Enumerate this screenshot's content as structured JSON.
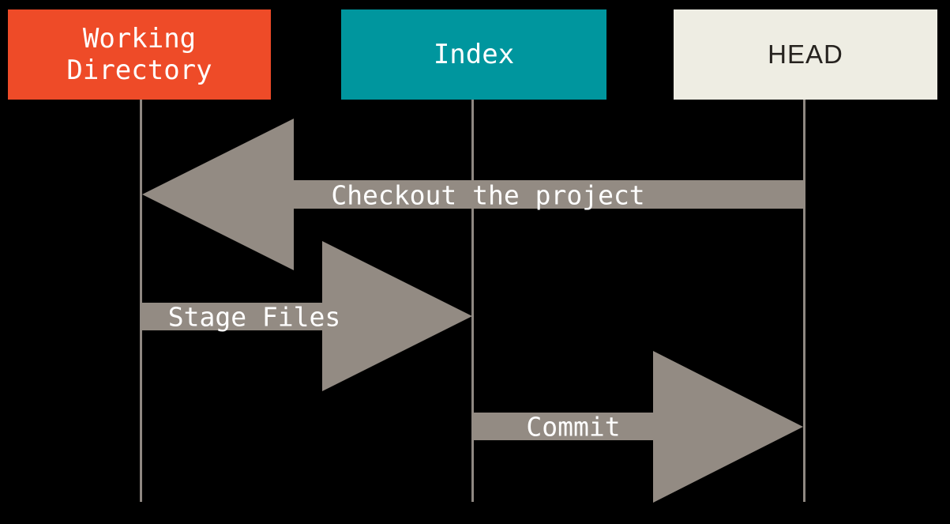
{
  "diagram": {
    "columns": [
      {
        "id": "working-directory",
        "label": "Working\nDirectory",
        "fill": "#EE4B28",
        "text_color": "#FFFFFF"
      },
      {
        "id": "index",
        "label": "Index",
        "fill": "#00969E",
        "text_color": "#FFFFFF"
      },
      {
        "id": "head",
        "label": "HEAD",
        "fill": "#EEEDE3",
        "text_color": "#26231F"
      }
    ],
    "arrows": [
      {
        "id": "checkout",
        "label": "Checkout the project",
        "from": "HEAD",
        "to": "Working Directory",
        "direction": "left"
      },
      {
        "id": "stage",
        "label": "Stage Files",
        "from": "Working Directory",
        "to": "Index",
        "direction": "right"
      },
      {
        "id": "commit",
        "label": "Commit",
        "from": "Index",
        "to": "HEAD",
        "direction": "right"
      }
    ],
    "colors": {
      "arrow": "#938B83",
      "lifeline": "#8F8882",
      "background": "#000000",
      "arrow_label_text": "#FFFFFF"
    }
  }
}
